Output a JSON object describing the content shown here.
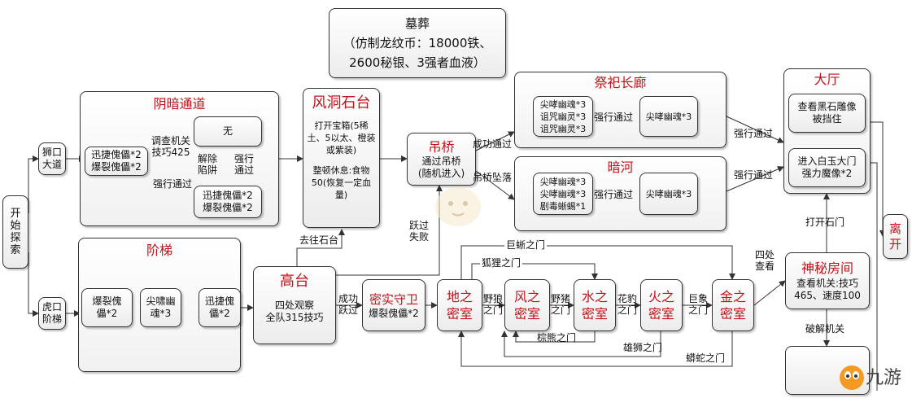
{
  "header": {
    "title": "墓葬",
    "line1": "（仿制龙纹币：18000铁、",
    "line2": "2600秘银、3强者血液）"
  },
  "start": "开\n始\n探\n索",
  "lion_road": "狮口\n大道",
  "tiger_stairs": "虎口\n阶梯",
  "dark_passage": {
    "title": "阴暗通道",
    "enemies": "迅捷傀儡*2\n爆裂傀儡*2",
    "check": "调查机关\n技巧425",
    "none": "无",
    "disarm": "解除\n陷阱",
    "force_pass": "强行\n通过",
    "force_pass2": "强行通过",
    "enemies2": "迅捷傀儡*2\n爆裂傀儡*2"
  },
  "stairs": {
    "title": "阶梯",
    "s1": "爆裂傀\n儡*2",
    "s2": "尖啸幽\n魂*3",
    "s3": "迅捷傀\n儡*2"
  },
  "high_platform": {
    "title": "高台",
    "text": "四处观察\n全队315技巧",
    "to_stone": "去往石台",
    "success": "成功\n跃过",
    "jump_fail": "跃过\n失败"
  },
  "wind_platform": {
    "title": "风洞石台",
    "text1": "打开宝箱(5稀土、5以太、橙装或紫装)",
    "text2": "整顿休息:食物50(恢复一定血量)"
  },
  "bridge": {
    "title": "吊桥",
    "text": "通过吊桥\n(随机进入)",
    "success": "成功通过",
    "fall": "吊桥坠落"
  },
  "sacrifice_corridor": {
    "title": "祭祀长廊",
    "enemies": "尖哮幽魂*3\n诅咒幽灵*3\n诅咒幽灵*3",
    "force": "强行通过",
    "result": "尖哮幽魂*3"
  },
  "dark_river": {
    "title": "暗河",
    "enemies": "尖哮幽魂*3\n尖哮幽魂*3\n剧毒蜥蜴*1",
    "force": "强行通过",
    "result": "尖哮幽魂*3"
  },
  "hall": {
    "title": "大厅",
    "t1": "查看黑石雕像\n被挡住",
    "t2": "进入白玉大门\n强力魔像*2",
    "force1": "强行通过",
    "force2": "强行通过",
    "open": "打开石门"
  },
  "leave": "离\n开",
  "secret_guard": {
    "title": "密实守卫",
    "text": "爆裂傀儡*2"
  },
  "rooms": {
    "earth": "地之\n密室",
    "wind": "风之\n密室",
    "water": "水之\n密室",
    "fire": "火之\n密室",
    "gold": "金之\n密室"
  },
  "doors": {
    "lizard": "巨蜥之门",
    "fox": "狐狸之门",
    "jackal": "野狼\n之门",
    "boar": "野猪\n之门",
    "leopard": "花豹\n之门",
    "elephant": "巨象\n之门",
    "bear": "棕熊之门",
    "lion": "雄狮之门",
    "python": "蟒蛇之门"
  },
  "mystery_room": {
    "title": "神秘房间",
    "text": "查看机关:技巧\n465、速度100",
    "look": "四处\n查看",
    "crack": "破解机关"
  },
  "watermark": "九游",
  "colors": {
    "accent_red": "#c0141c",
    "line": "#333333"
  }
}
